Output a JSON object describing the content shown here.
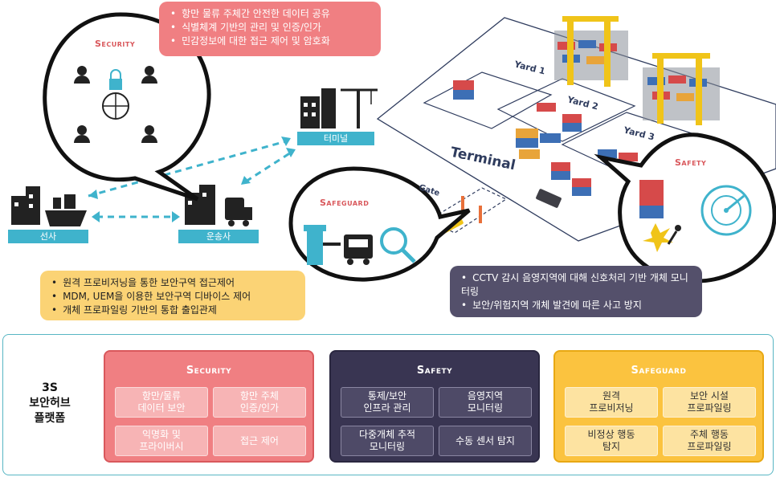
{
  "security_bubble": {
    "title": "Security",
    "notes": [
      "항만 물류 주체간 안전한 데이터 공유",
      "식별체계 기반의 관리 및 인증/인가",
      "민감정보에 대한 접근 제어 및 암호화"
    ]
  },
  "safeguard_bubble": {
    "title": "Safeguard",
    "notes": [
      "원격 프로비저닝을 통한 보안구역 접근제어",
      "MDM, UEM을 이용한 보안구역 디바이스 제어",
      "개체 프로파일링 기반의 통합 출입관제"
    ]
  },
  "safety_bubble": {
    "title": "Safety",
    "notes": [
      "CCTV 감시 음영지역에 대해 신호처리 기반 개체 모니터링",
      "보안/위험지역 개체 발견에 따른 사고 방지"
    ]
  },
  "places": {
    "terminal_label": "터미널",
    "shipping_label": "선사",
    "transport_label": "운송사"
  },
  "terminal_map": {
    "title": "Terminal",
    "yards": [
      "Yard 1",
      "Yard 2",
      "Yard 3"
    ],
    "gate": "Gate"
  },
  "platform": {
    "label": "3S\n보안허브\n플랫폼",
    "panels": [
      {
        "title": "Security",
        "cells": [
          "항만/물류\n데이터 보안",
          "항만 주체\n인증/인가",
          "익명화 및\n프라이버시",
          "접근 제어"
        ]
      },
      {
        "title": "Safety",
        "cells": [
          "통제/보안\n인프라 관리",
          "음영지역\n모니터링",
          "다중개체 추적\n모니터링",
          "수동 센서 탐지"
        ]
      },
      {
        "title": "Safeguard",
        "cells": [
          "원격\n프로비저닝",
          "보안 시설\n프로파일링",
          "비정상 행동\n탐지",
          "주체 행동\n프로파일링"
        ]
      }
    ]
  },
  "colors": {
    "security": "#f07f82",
    "safety": "#393552",
    "safeguard": "#fbc33f",
    "accent": "#3fb3cc"
  }
}
